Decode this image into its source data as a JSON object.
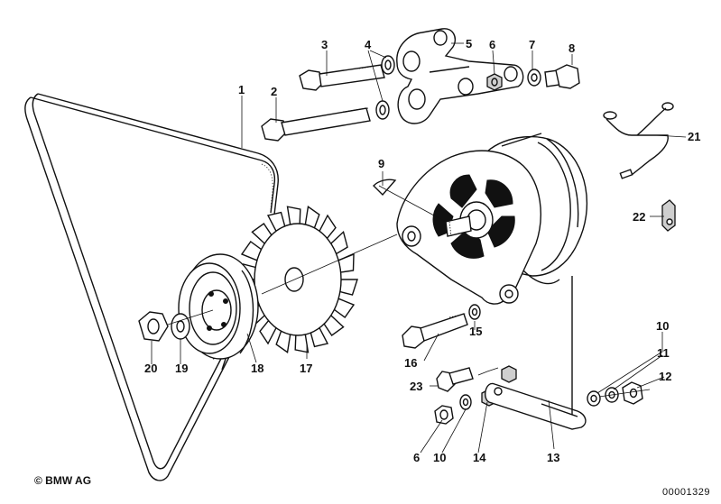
{
  "copyright": "© BMW AG",
  "diagram_id": "00001329",
  "callouts": [
    {
      "id": "c1",
      "label": "1"
    },
    {
      "id": "c2",
      "label": "2"
    },
    {
      "id": "c3",
      "label": "3"
    },
    {
      "id": "c4",
      "label": "4"
    },
    {
      "id": "c5",
      "label": "5"
    },
    {
      "id": "c6a",
      "label": "6"
    },
    {
      "id": "c7",
      "label": "7"
    },
    {
      "id": "c8",
      "label": "8"
    },
    {
      "id": "c9",
      "label": "9"
    },
    {
      "id": "c10a",
      "label": "10"
    },
    {
      "id": "c11",
      "label": "11"
    },
    {
      "id": "c12",
      "label": "12"
    },
    {
      "id": "c13",
      "label": "13"
    },
    {
      "id": "c14",
      "label": "14"
    },
    {
      "id": "c15",
      "label": "15"
    },
    {
      "id": "c16",
      "label": "16"
    },
    {
      "id": "c17",
      "label": "17"
    },
    {
      "id": "c18",
      "label": "18"
    },
    {
      "id": "c19",
      "label": "19"
    },
    {
      "id": "c20",
      "label": "20"
    },
    {
      "id": "c21",
      "label": "21"
    },
    {
      "id": "c22",
      "label": "22"
    },
    {
      "id": "c23",
      "label": "23"
    },
    {
      "id": "c6b",
      "label": "6"
    },
    {
      "id": "c10b",
      "label": "10"
    }
  ]
}
